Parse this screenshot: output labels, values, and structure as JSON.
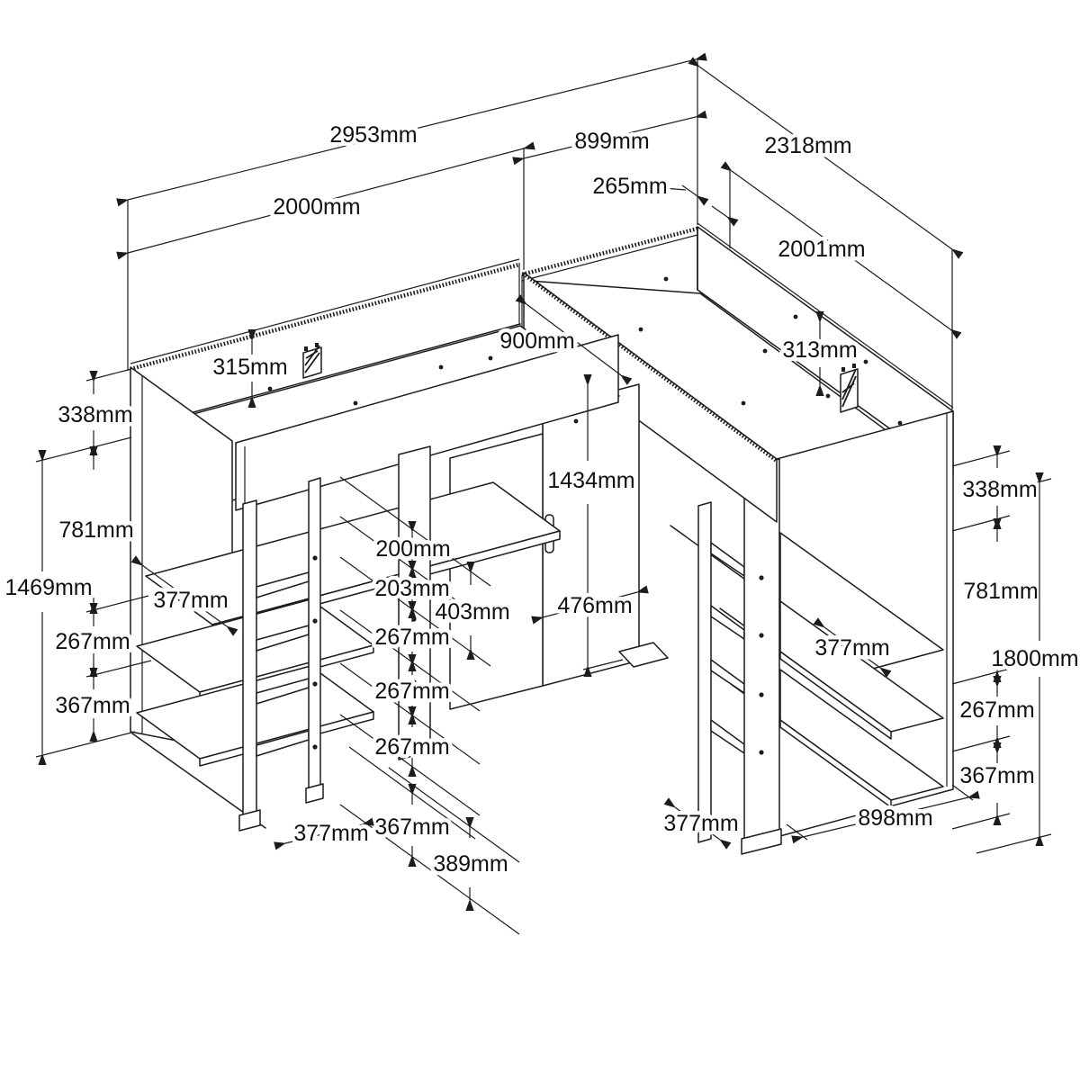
{
  "diagram": {
    "type": "furniture-technical-drawing",
    "subject": "L-shaped corner highsleeper loft beds with desks, shelves and wardrobe",
    "unit": "mm",
    "background_color": "#ffffff",
    "line_color": "#1c1c1c"
  },
  "labels": {
    "d2953": "2953mm",
    "d2000": "2000mm",
    "d899": "899mm",
    "d265": "265mm",
    "d2318": "2318mm",
    "d2001": "2001mm",
    "d900": "900mm",
    "d315": "315mm",
    "d313": "313mm",
    "l338": "338mm",
    "l781": "781mm",
    "l1469": "1469mm",
    "l377": "377mm",
    "l267": "267mm",
    "l367": "367mm",
    "m200": "200mm",
    "m203": "203mm",
    "m403": "403mm",
    "m267a": "267mm",
    "m267b": "267mm",
    "m267c": "267mm",
    "m367": "367mm",
    "m389": "389mm",
    "m377": "377mm",
    "d1434": "1434mm",
    "d476": "476mm",
    "r338": "338mm",
    "r781": "781mm",
    "r1800": "1800mm",
    "r267": "267mm",
    "r367": "367mm",
    "r377": "377mm",
    "r377b": "377mm",
    "d898": "898mm"
  }
}
